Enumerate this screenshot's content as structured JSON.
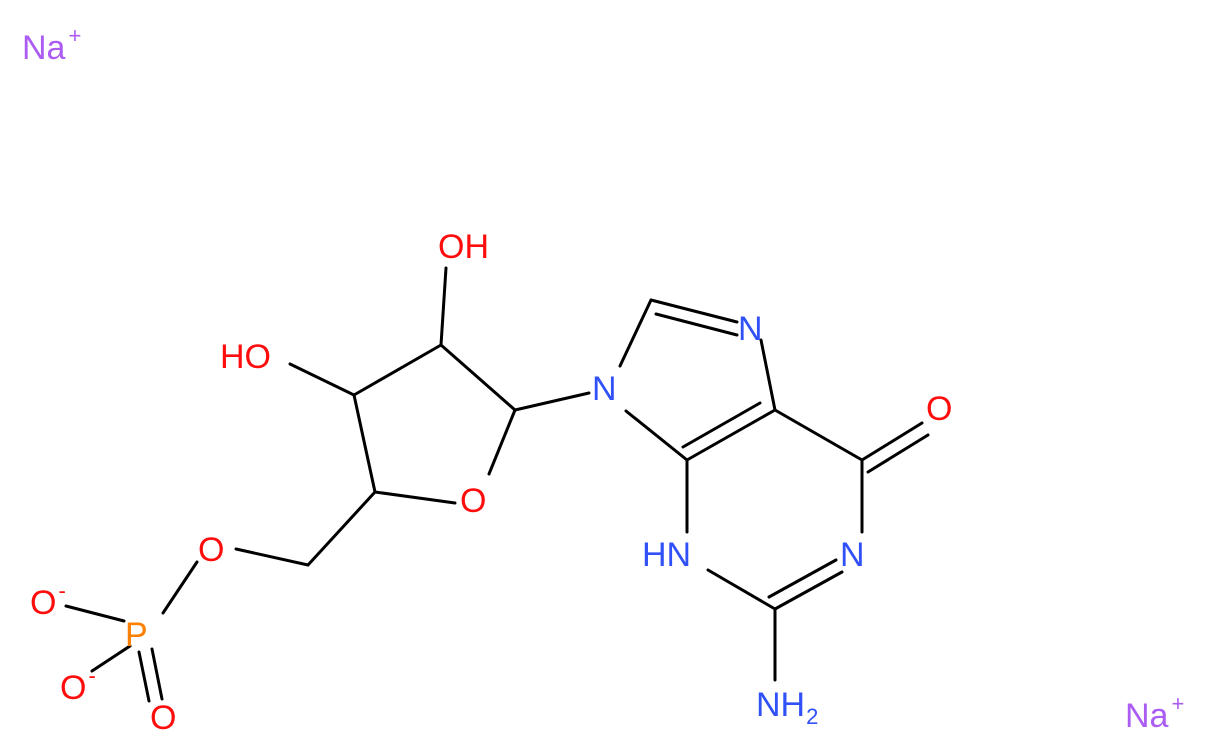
{
  "colors": {
    "bond": "#000000",
    "oxygen": "#ff0d0d",
    "nitrogen": "#3050f8",
    "phosphorus": "#ff8000",
    "sodium": "#ab5cf2"
  },
  "atoms": {
    "na1": {
      "symbol": "Na",
      "charge": "+"
    },
    "na2": {
      "symbol": "Na",
      "charge": "+"
    },
    "oh_top": "OH",
    "oh_left": "HO",
    "ring_o": "O",
    "ester_o": "O",
    "phosphate_o1": {
      "symbol": "O",
      "charge": "-"
    },
    "phosphate_o2": {
      "symbol": "O",
      "charge": "-"
    },
    "phosphate_o3": "O",
    "phosphorus": "P",
    "n9": "N",
    "n7": "N",
    "carbonyl_o": "O",
    "n3h": "HN",
    "n1": "N",
    "nh2": {
      "symbol": "NH",
      "sub": "2"
    }
  }
}
